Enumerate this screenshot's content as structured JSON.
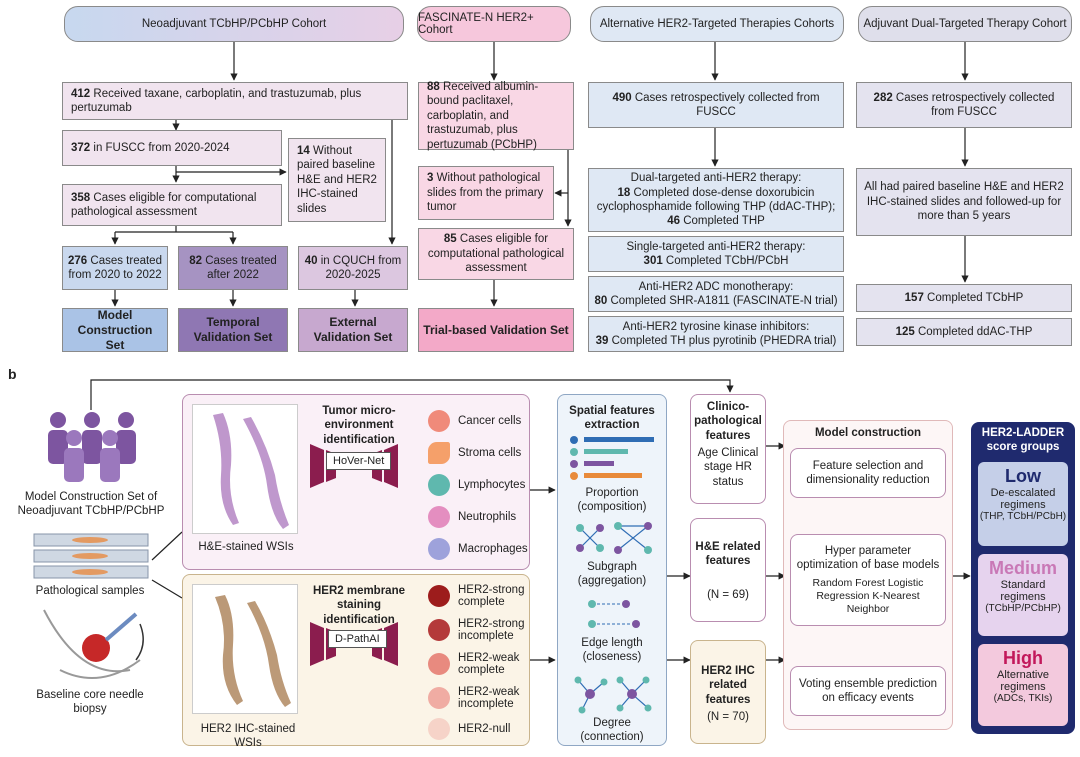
{
  "panel_a": {
    "headers": {
      "neo": "Neoadjuvant TCbHP/PCbHP Cohort",
      "fascinate": "FASCINATE-N HER2+ Cohort",
      "alt": "Alternative HER2-Targeted Therapies Cohorts",
      "adj": "Adjuvant Dual-Targeted Therapy Cohort"
    },
    "neo": {
      "b1_num": "412",
      "b1_text": " Received taxane, carboplatin, and trastuzumab, plus pertuzumab",
      "b2_num": "372",
      "b2_text": " in FUSCC from 2020-2024",
      "excl_num": "14",
      "excl_text": " Without paired baseline H&E and HER2 IHC-stained slides",
      "b3_num": "358",
      "b3_text": " Cases eligible for computational pathological assessment",
      "b4_num": "276",
      "b4_text": " Cases treated from 2020 to 2022",
      "b5_num": "82",
      "b5_text": " Cases treated after 2022",
      "b6_num": "40",
      "b6_text": " in CQUCH from 2020-2025",
      "set1": "Model Construction Set",
      "set2": "Temporal Validation Set",
      "set3": "External Validation Set"
    },
    "fascinate": {
      "b1_num": "88",
      "b1_text": " Received albumin-bound paclitaxel, carboplatin, and trastuzumab, plus pertuzumab (PCbHP)",
      "excl_num": "3",
      "excl_text": " Without pathological slides from the primary tumor",
      "b2_num": "85",
      "b2_text": " Cases eligible for computational pathological assessment",
      "set": "Trial-based Validation Set"
    },
    "alt": {
      "b1_num": "490",
      "b1_text": " Cases retrospectively collected from FUSCC",
      "dual_title": "Dual-targeted anti-HER2 therapy:",
      "dual_n1": "18",
      "dual_t1": " Completed dose-dense doxorubicin cyclophosphamide following THP (ddAC-THP);",
      "dual_n2": "46",
      "dual_t2": " Completed THP",
      "single_title": "Single-targeted anti-HER2 therapy:",
      "single_n": "301",
      "single_t": " Completed TCbH/PCbH",
      "adc_title": "Anti-HER2 ADC monotherapy:",
      "adc_n": "80",
      "adc_t": " Completed SHR-A1811 (FASCINATE-N trial)",
      "tki_title": "Anti-HER2 tyrosine kinase inhibitors:",
      "tki_n": "39",
      "tki_t": " Completed TH plus pyrotinib (PHEDRA trial)"
    },
    "adj": {
      "b1_num": "282",
      "b1_text": " Cases retrospectively collected from FUSCC",
      "b2_text": "All had paired baseline H&E and HER2 IHC-stained slides and followed-up for more than 5 years",
      "b3_num": "157",
      "b3_text": " Completed TCbHP",
      "b4_num": "125",
      "b4_text": " Completed ddAC-THP"
    }
  },
  "panel_b": {
    "label": "b",
    "left": {
      "set_caption": "Model Construction Set of Neoadjuvant TCbHP/PCbHP",
      "samples": "Pathological samples",
      "biopsy": "Baseline core needle biopsy"
    },
    "he": {
      "title": "Tumor micro-environment identification",
      "net": "HoVer-Net",
      "caption": "H&E-stained WSIs",
      "cells": [
        "Cancer cells",
        "Stroma cells",
        "Lymphocytes",
        "Neutrophils",
        "Macrophages"
      ]
    },
    "ihc": {
      "title": "HER2 membrane staining identification",
      "net": "D-PathAI",
      "caption": "HER2 IHC-stained WSIs",
      "cells": [
        "HER2-strong complete",
        "HER2-strong incomplete",
        "HER2-weak complete",
        "HER2-weak incomplete",
        "HER2-null"
      ]
    },
    "spatial": {
      "title": "Spatial features extraction",
      "f1": "Proportion (composition)",
      "f2": "Subgraph (aggregation)",
      "f3": "Edge length (closeness)",
      "f4": "Degree (connection)"
    },
    "features": {
      "clin_title": "Clinico-pathological features",
      "clin_items": "Age Clinical stage HR status",
      "he_title": "H&E related features",
      "he_n": "(N = 69)",
      "ihc_title": "HER2 IHC related features",
      "ihc_n": "(N = 70)"
    },
    "model": {
      "title": "Model construction",
      "step1": "Feature selection and dimensionality reduction",
      "step2_title": "Hyper parameter optimization of base models",
      "step2_items": "Random Forest Logistic Regression K-Nearest Neighbor",
      "step3": "Voting ensemble prediction on efficacy events"
    },
    "ladder": {
      "title": "HER2-LADDER score groups",
      "low": "Low",
      "low_desc": "De-escalated regimens",
      "low_sub": "(THP, TCbH/PCbH)",
      "med": "Medium",
      "med_desc": "Standard regimens",
      "med_sub": "(TCbHP/PCbHP)",
      "high": "High",
      "high_desc": "Alternative regimens",
      "high_sub": "(ADCs, TKIs)"
    }
  }
}
